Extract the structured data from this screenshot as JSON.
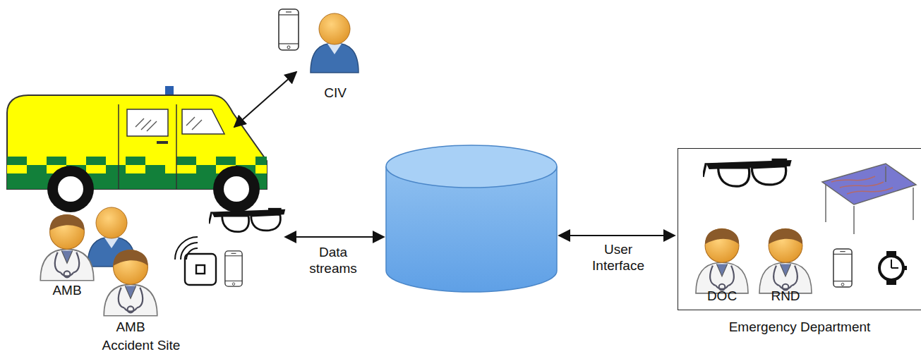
{
  "diagram": {
    "nodes": [
      {
        "text": [
          "Emergency Department"
        ]
      }
    ],
    "labels": [
      "CIV",
      "AMB",
      "AMB",
      "Accident Site",
      "Data streams",
      "User Interface",
      "DOC",
      "RND"
    ]
  }
}
